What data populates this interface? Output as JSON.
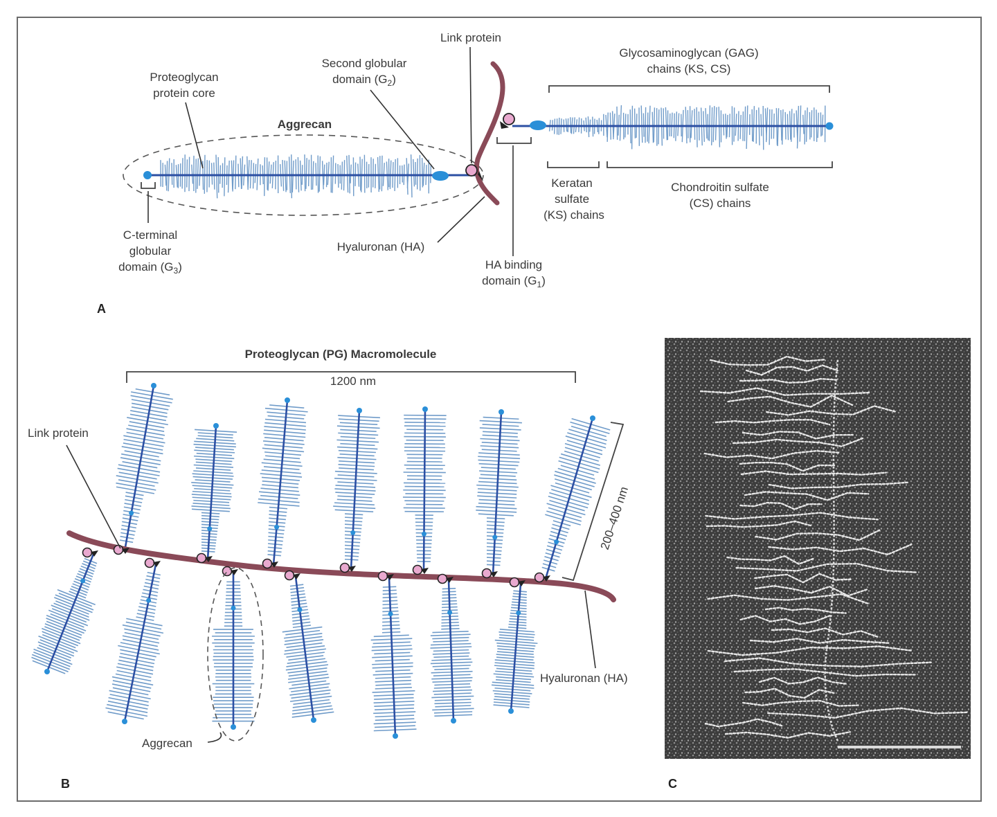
{
  "panel_a": {
    "letter": "A",
    "aggrecan_title": "Aggrecan",
    "proteoglycan_core": [
      "Proteoglycan",
      "protein core"
    ],
    "second_globular": [
      "Second globular",
      "domain (G",
      "2",
      ")"
    ],
    "link_protein": "Link protein",
    "gag_chains": [
      "Glycosaminoglycan (GAG)",
      "chains (KS, CS)"
    ],
    "c_terminal": [
      "C-terminal",
      "globular",
      "domain (G",
      "3",
      ")"
    ],
    "hyaluronan": "Hyaluronan (HA)",
    "ha_binding": [
      "HA binding",
      "domain (G",
      "1",
      ")"
    ],
    "keratan": [
      "Keratan",
      "sulfate",
      "(KS) chains"
    ],
    "chondroitin": [
      "Chondroitin sulfate",
      "(CS) chains"
    ]
  },
  "panel_b": {
    "letter": "B",
    "title": "Proteoglycan (PG) Macromolecule",
    "length": "1200 nm",
    "link_protein": "Link protein",
    "side_length": "200–400 nm",
    "hyaluronan": "Hyaluronan (HA)",
    "aggrecan": "Aggrecan"
  },
  "panel_c": {
    "letter": "C"
  },
  "colors": {
    "chain_blue": "#6f9bc9",
    "core_blue": "#2c4fa3",
    "node_blue": "#2a8fd8",
    "hyaluronan": "#8a4a58",
    "link_pink": "#e9a9cf",
    "micrograph_bg": "#3a3a3a"
  }
}
